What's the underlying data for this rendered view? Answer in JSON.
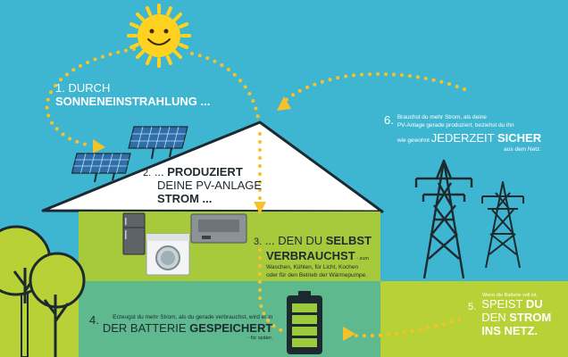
{
  "steps": {
    "s1": {
      "number": "1.",
      "line1": "DURCH",
      "line2": "SONNENEINSTRAHLUNG ..."
    },
    "s2": {
      "number": "2.",
      "line1_pre": "... ",
      "line1_bold": "PRODUZIERT",
      "line2": "DEINE PV-ANLAGE",
      "line3": "STROM ..."
    },
    "s3": {
      "number": "3.",
      "line1_pre": "... DEN DU ",
      "line1_bold": "SELBST",
      "line2_bold": "VERBRAUCHST",
      "line2_small": " - zum",
      "desc1": "Waschen, Kühlen, für Licht, Kochen",
      "desc2": "oder für den Betrieb der Wärmepumpe."
    },
    "s4": {
      "number": "4.",
      "intro": "Erzeugst du mehr Strom, als du gerade verbrauchst, wird er in",
      "big_pre": "DER BATTERIE ",
      "big_bold": "GESPEICHERT",
      "note": "- für später."
    },
    "s5": {
      "number": "5.",
      "intro": "Wenn die Batterie voll ist,",
      "l1": "SPEIST ",
      "l1_bold": "DU",
      "l2": "DEN ",
      "l2_bold": "STROM",
      "l3": "INS NETZ."
    },
    "s6": {
      "number": "6.",
      "desc1": "Brauchst du mehr Strom, als deine",
      "desc2": "PV-Anlage gerade produziert, beziehst du ihn",
      "desc3_pre": "wie gewohnt ",
      "desc3_big": "JEDERZEIT ",
      "desc3_bold": "SICHER",
      "desc4": "aus dem Netz."
    }
  },
  "colors": {
    "sky": "#3fb6d1",
    "lime": "#b8d136",
    "green_room": "#a6ca3c",
    "teal_room": "#5fb98f",
    "roof": "#ffffff",
    "sun": "#ffd21f",
    "arrow": "#f6c22a",
    "battery": "#9bcb3b",
    "tower": "#1c2a30"
  },
  "icons": [
    "sun-icon",
    "solar-panel-icon",
    "fridge-icon",
    "washing-machine-icon",
    "inverter-icon",
    "battery-icon",
    "pylon-icon",
    "tree-icon",
    "arrow-icon"
  ]
}
